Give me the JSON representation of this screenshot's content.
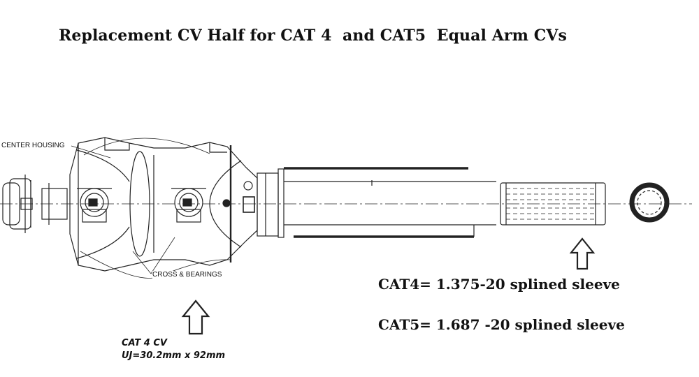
{
  "title": "Replacement CV Half for CAT 4  and CAT5  Equal Arm CVs",
  "callouts": {
    "center_housing": "CENTER HOUSING",
    "cross_bearings": "CROSS & BEARINGS"
  },
  "specs": {
    "cat4": "CAT4= 1.375-20 splined sleeve",
    "cat5": "CAT5= 1.687 -20 splined sleeve"
  },
  "cv_info": {
    "model": "CAT 4 CV",
    "uj": "UJ=30.2mm x 92mm"
  }
}
